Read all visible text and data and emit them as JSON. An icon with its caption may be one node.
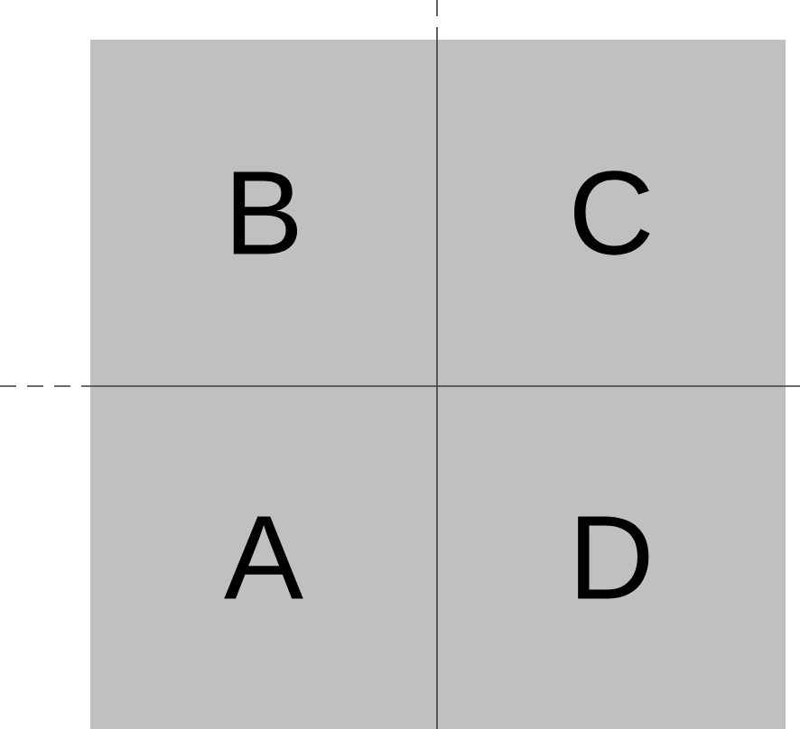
{
  "diagram": {
    "nodes": [
      {
        "text": [
          "B"
        ]
      },
      {
        "text": [
          "C"
        ]
      },
      {
        "text": [
          "A"
        ]
      },
      {
        "text": [
          "D"
        ]
      }
    ]
  }
}
